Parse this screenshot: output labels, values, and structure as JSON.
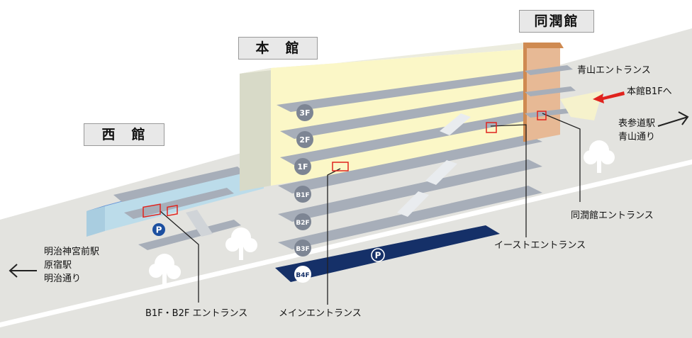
{
  "buildings": {
    "main": "本　館",
    "west": "西　館",
    "dojunkan": "同潤館"
  },
  "floors": [
    "3F",
    "2F",
    "1F",
    "B1F",
    "B2F",
    "B3F",
    "B4F"
  ],
  "parking_symbol": "P",
  "entrances": {
    "b1f_b2f": "B1F・B2F エントランス",
    "main": "メインエントランス",
    "east": "イーストエントランス",
    "dojunkan": "同潤館エントランス",
    "aoyama": "青山エントランス",
    "to_main_b1f": "本館B1Fへ"
  },
  "directions": {
    "left": [
      "明治神宮前駅",
      "原宿駅",
      "明治通り"
    ],
    "right": [
      "表参道駅",
      "青山通り"
    ]
  },
  "colors": {
    "ground": "#e3e3df",
    "road_stripe": "#ffffff",
    "floor_slab": "#a7aeb9",
    "main_facade": "#fbf7c7",
    "main_side": "#d8dac8",
    "west_facade": "#bcdcea",
    "west_roof": "#6a95d6",
    "dojunkan_facade": "#e7b995",
    "dojunkan_roof": "#cf8a51",
    "basement": "#153068",
    "floor_badge": "#7d8593",
    "entrance_marker": "#e0231d"
  }
}
